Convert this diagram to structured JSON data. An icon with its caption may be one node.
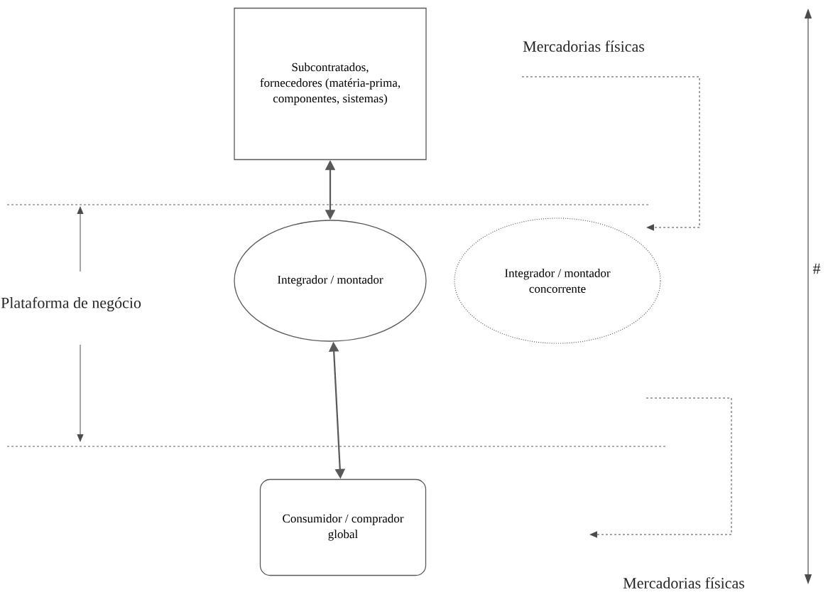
{
  "diagram": {
    "nodes": [
      {
        "text": [
          "Subcontratados, fornecedores (matéria-prima, componentes, sistemas)"
        ]
      },
      {
        "text": [
          "Integrador / montador"
        ]
      },
      {
        "text": [
          "Integrador / montador concorrente"
        ]
      },
      {
        "text": [
          "Consumidor / comprador global"
        ]
      }
    ],
    "edges": [
      {
        "from": 0,
        "to": 1,
        "arrow": "both"
      },
      {
        "from": 1,
        "to": 3,
        "arrow": "both"
      }
    ],
    "labels": [
      "Mercadorias físicas",
      "Plataforma de negócio",
      "#",
      "Mercadorias físicas"
    ]
  }
}
